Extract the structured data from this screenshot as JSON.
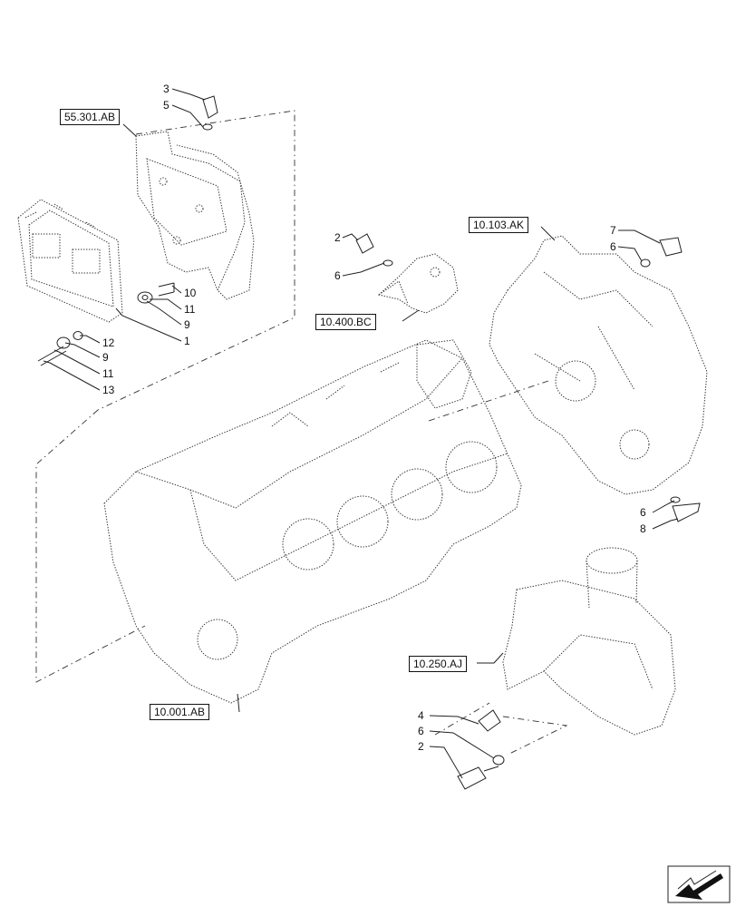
{
  "references": {
    "r55301": "55.301.AB",
    "r10103": "10.103.AK",
    "r10400": "10.400.BC",
    "r10250": "10.250.AJ",
    "r10001": "10.001.AB"
  },
  "callouts": {
    "c3": "3",
    "c5": "5",
    "c2a": "2",
    "c6a": "6",
    "c7": "7",
    "c6b": "6",
    "c10": "10",
    "c11a": "11",
    "c9a": "9",
    "c1": "1",
    "c12": "12",
    "c9b": "9",
    "c11b": "11",
    "c13": "13",
    "c6c": "6",
    "c8": "8",
    "c4": "4",
    "c6d": "6",
    "c2b": "2"
  },
  "icons": {
    "navigation": "next-page-arrow-icon"
  }
}
